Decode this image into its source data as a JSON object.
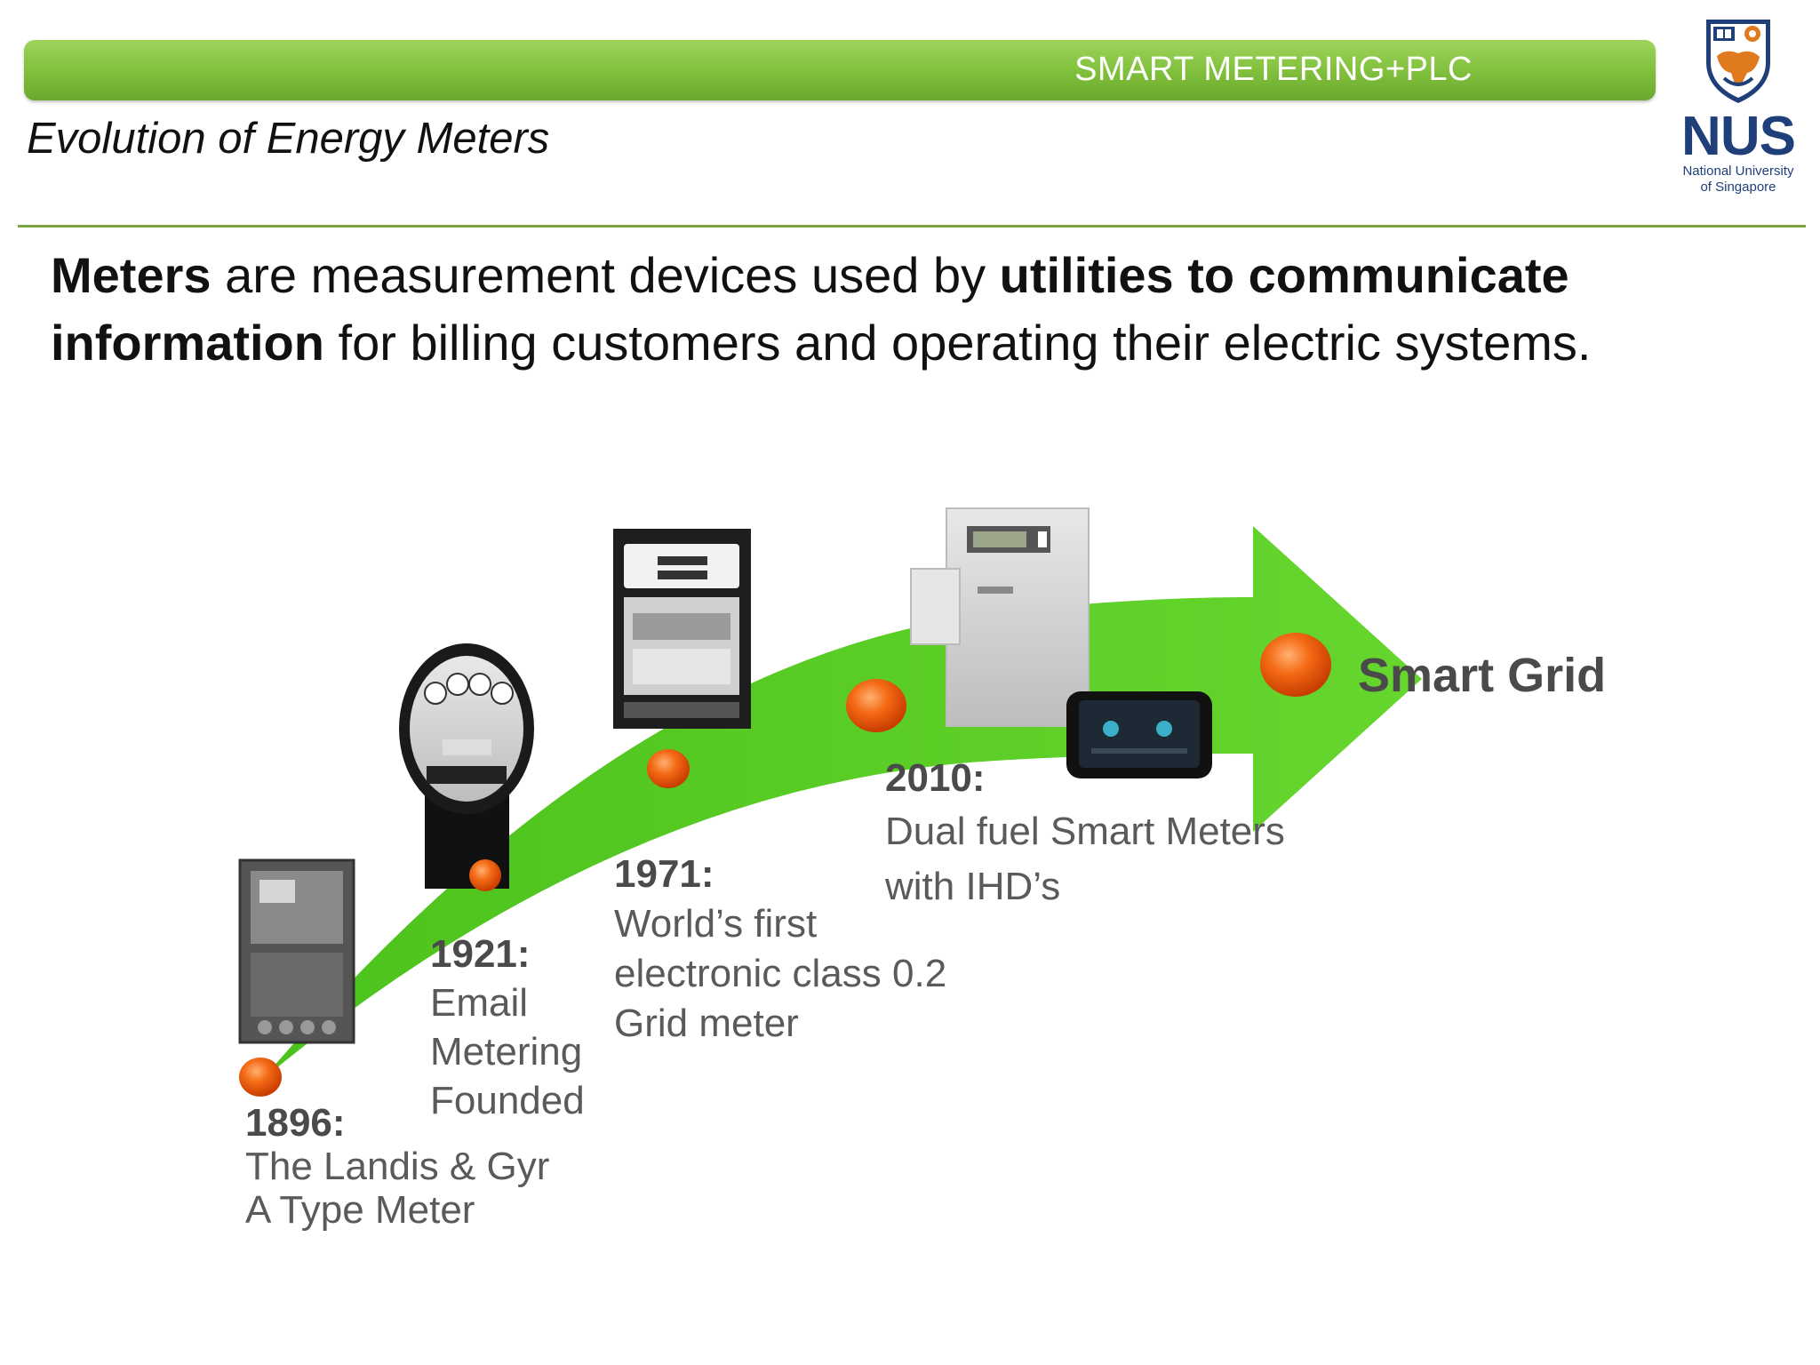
{
  "header": {
    "banner_label": "SMART METERING+PLC",
    "subtitle": "Evolution of Energy Meters"
  },
  "logo": {
    "name": "NUS",
    "line1": "National University",
    "line2": "of Singapore",
    "icon": "nus-crest-icon"
  },
  "lead": {
    "part1_bold": "Meters",
    "part2": " are measurement devices used by ",
    "part3_bold": "utilities to communicate information",
    "part4": " for billing customers and operating their electric systems."
  },
  "timeline": {
    "milestones": [
      {
        "year": "1896:",
        "lines": [
          "The Landis & Gyr",
          "A Type Meter"
        ]
      },
      {
        "year": "1921:",
        "lines": [
          "Email",
          "Metering",
          "Founded"
        ]
      },
      {
        "year": "1971:",
        "lines": [
          "World’s first",
          "electronic class 0.2",
          "Grid meter"
        ]
      },
      {
        "year": "2010:",
        "lines": [
          "Dual fuel Smart Meters",
          "with IHD’s"
        ]
      }
    ],
    "end_label": "Smart Grid",
    "colors": {
      "arrow": "#5fd12a",
      "dot": "#f05a10",
      "text": "#555555"
    }
  }
}
